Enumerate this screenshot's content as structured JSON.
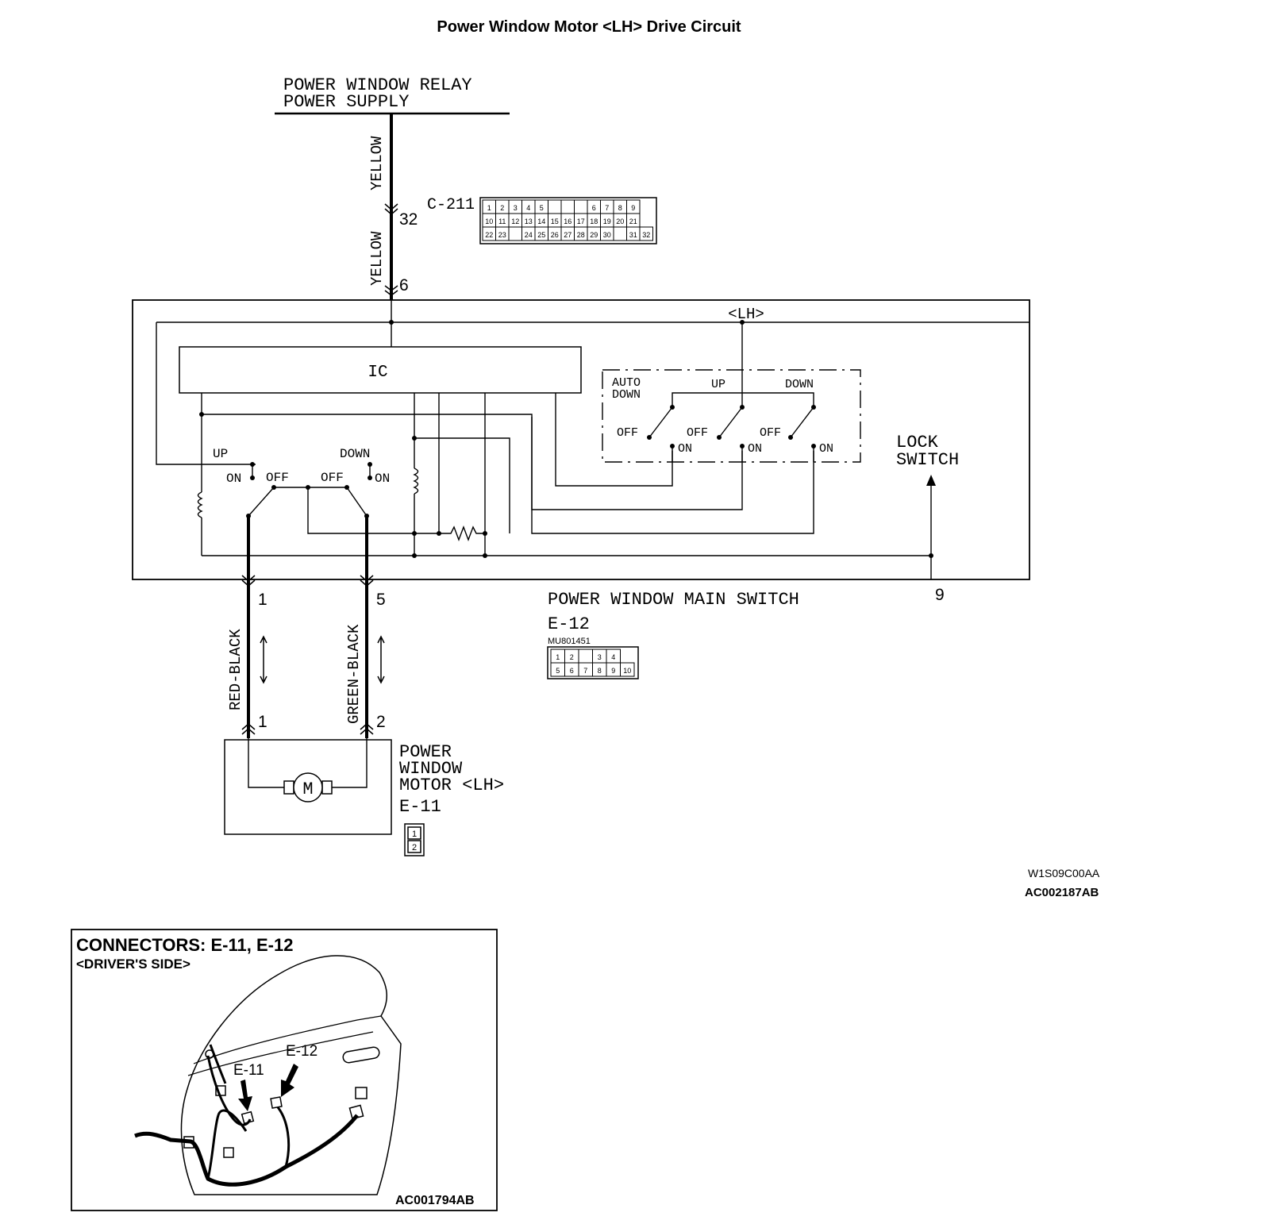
{
  "title": "Power Window Motor <LH> Drive Circuit",
  "power_supply": {
    "line1": "POWER WINDOW RELAY",
    "line2": "POWER SUPPLY"
  },
  "wires": {
    "yellow_upper": "YELLOW",
    "yellow_lower": "YELLOW",
    "red_black": "RED-BLACK",
    "green_black": "GREEN-BLACK"
  },
  "pins": {
    "c211_pin": "32",
    "switch_power_pin": "6",
    "switch_pin_1": "1",
    "switch_pin_5": "5",
    "switch_pin_9": "9",
    "motor_pin_1": "1",
    "motor_pin_2": "2"
  },
  "connector_c211": {
    "label": "C-211",
    "rows": [
      [
        "1",
        "2",
        "3",
        "4",
        "5",
        "",
        "",
        "",
        "6",
        "7",
        "8",
        "9"
      ],
      [
        "10",
        "11",
        "12",
        "13",
        "14",
        "15",
        "16",
        "17",
        "18",
        "19",
        "20",
        "21"
      ],
      [
        "22",
        "23",
        "",
        "24",
        "25",
        "26",
        "27",
        "28",
        "29",
        "30",
        "",
        "31",
        "32"
      ]
    ]
  },
  "main_switch": {
    "side_label": "<LH>",
    "ic_label": "IC",
    "manual_up": "UP",
    "manual_down": "DOWN",
    "on_left": "ON",
    "off_left": "OFF",
    "off_right": "OFF",
    "on_right": "ON",
    "auto_label_1": "AUTO",
    "auto_label_2": "DOWN",
    "auto_up": "UP",
    "auto_down": "DOWN",
    "auto_off_1": "OFF",
    "auto_off_2": "OFF",
    "auto_off_3": "OFF",
    "auto_on_1": "ON",
    "auto_on_2": "ON",
    "auto_on_3": "ON",
    "lock_1": "LOCK",
    "lock_2": "SWITCH",
    "name": "POWER WINDOW MAIN SWITCH",
    "connector": "E-12",
    "part_number": "MU801451",
    "connector_rows": [
      [
        "1",
        "2",
        "",
        "3",
        "4"
      ],
      [
        "5",
        "6",
        "7",
        "8",
        "9",
        "10"
      ]
    ]
  },
  "motor": {
    "line1": "POWER",
    "line2": "WINDOW",
    "line3": "MOTOR <LH>",
    "connector": "E-11",
    "symbol": "M",
    "connector_pins": [
      "1",
      "2"
    ]
  },
  "codes": {
    "code1": "W1S09C00AA",
    "code2": "AC002187AB"
  },
  "inset": {
    "title": "CONNECTORS: E-11, E-12",
    "subtitle": "<DRIVER'S SIDE>",
    "callout_e11": "E-11",
    "callout_e12": "E-12",
    "code": "AC001794AB"
  }
}
